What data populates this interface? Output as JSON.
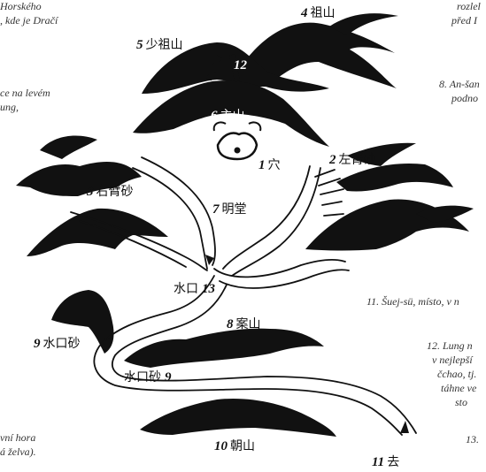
{
  "side_text_left": {
    "line1": "Horského",
    "line2": ", kde je Dračí",
    "line3": "ce na levém",
    "line4": "ung,",
    "line5": "vní hora",
    "line6": "á želva)."
  },
  "side_text_right": {
    "line1": "rozlel",
    "line2": "před I",
    "line3": "8. An-šan",
    "line4": "podno",
    "line5": "11. Šuej-sü, místo, v n",
    "line6": "12. Lung n",
    "line7": "v nejlepší",
    "line8": "čchao, tj.",
    "line9": "táhne ve",
    "line10": "sto",
    "line11": "13."
  },
  "labels": {
    "zushan": {
      "num": "4",
      "text": "祖山"
    },
    "shaozushan": {
      "num": "5",
      "text": "少祖山"
    },
    "ridge": {
      "num": "12",
      "text": ""
    },
    "zhushan": {
      "num": "6",
      "text": "主山"
    },
    "xue": {
      "num": "1",
      "text": "穴"
    },
    "zuobisha": {
      "num": "2",
      "text": "左臂砂"
    },
    "youbisha": {
      "num": "3",
      "text": "右臂砂"
    },
    "mingtang": {
      "num": "7",
      "text": "明堂"
    },
    "shuikou": {
      "num": "13",
      "text": "水口"
    },
    "anshan": {
      "num": "8",
      "text": "案山"
    },
    "shuikousha_l": {
      "num": "9",
      "text": "水口砂"
    },
    "shuikousha_r": {
      "num": "9",
      "text": "水口砂"
    },
    "chaoshan": {
      "num": "10",
      "text": "朝山"
    },
    "qu": {
      "num": "11",
      "text": "去"
    }
  },
  "colors": {
    "ink": "#111111",
    "paper": "#ffffff",
    "side_text": "#333333"
  }
}
